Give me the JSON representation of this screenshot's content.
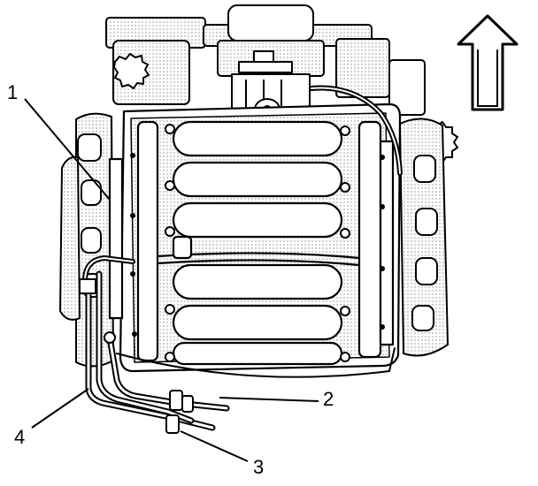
{
  "callouts": [
    {
      "id": "1",
      "label": "1"
    },
    {
      "id": "2",
      "label": "2"
    },
    {
      "id": "3",
      "label": "3"
    },
    {
      "id": "4",
      "label": "4"
    }
  ],
  "colors": {
    "ink": "#000000",
    "paper": "#ffffff",
    "shade": "#bfbfbf"
  },
  "icons": {
    "direction": "arrow-up-icon"
  }
}
